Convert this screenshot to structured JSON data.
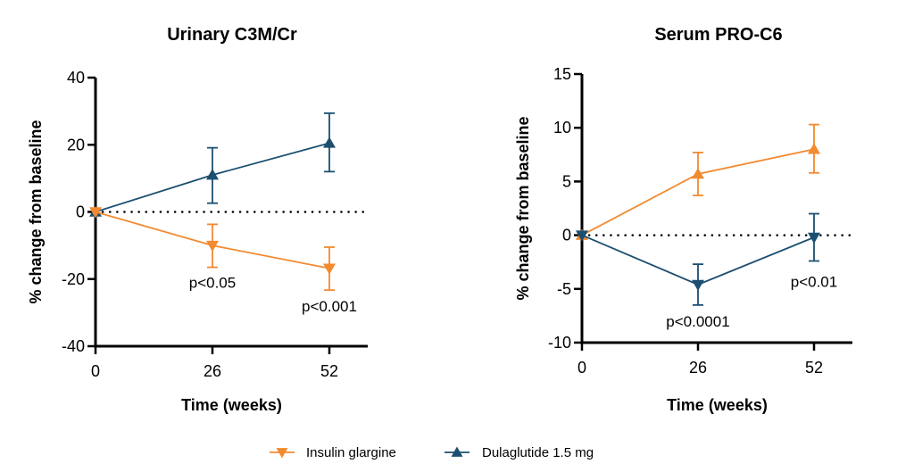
{
  "colors": {
    "insulin": "#F28A30",
    "dula": "#1C4F70"
  },
  "legend": [
    {
      "label": "Insulin glargine",
      "color": "#F28A30",
      "marker": "triangle-down"
    },
    {
      "label": "Dulaglutide 1.5 mg",
      "color": "#1C4F70",
      "marker": "triangle-up"
    }
  ],
  "chart_data": [
    {
      "type": "line",
      "title": "Urinary C3M/Cr",
      "xlabel": "Time (weeks)",
      "ylabel": "% change from baseline",
      "x": [
        0,
        26,
        52
      ],
      "xticks": [
        "0",
        "26",
        "52"
      ],
      "ylim": [
        -40,
        40
      ],
      "yticks": [
        "-40",
        "-20",
        "0",
        "20",
        "40"
      ],
      "reference_line": 0,
      "series": [
        {
          "name": "Dulaglutide 1.5 mg",
          "color": "#1C4F70",
          "marker": "triangle-up",
          "values": [
            0,
            11,
            20.5
          ],
          "err_low": [
            0,
            2.6,
            12
          ],
          "err_high": [
            0,
            19.1,
            29.4
          ]
        },
        {
          "name": "Insulin glargine",
          "color": "#F28A30",
          "marker": "triangle-down",
          "values": [
            0,
            -10,
            -16.8
          ],
          "err_low": [
            0,
            -16.5,
            -23.3
          ],
          "err_high": [
            0,
            -3.7,
            -10.5
          ]
        }
      ],
      "annotations": [
        {
          "text": "p<0.05",
          "x": 26,
          "y": -21
        },
        {
          "text": "p<0.001",
          "x": 52,
          "y": -28
        }
      ]
    },
    {
      "type": "line",
      "title": "Serum PRO-C6",
      "xlabel": "Time (weeks)",
      "ylabel": "% change from baseline",
      "x": [
        0,
        26,
        52
      ],
      "xticks": [
        "0",
        "26",
        "52"
      ],
      "ylim": [
        -10,
        15
      ],
      "yticks": [
        "-10",
        "-5",
        "0",
        "5",
        "10",
        "15"
      ],
      "reference_line": 0,
      "series": [
        {
          "name": "Insulin glargine",
          "color": "#F28A30",
          "marker": "triangle-up",
          "values": [
            0,
            5.7,
            8.0
          ],
          "err_low": [
            0,
            3.7,
            5.8
          ],
          "err_high": [
            0,
            7.7,
            10.3
          ]
        },
        {
          "name": "Dulaglutide 1.5 mg",
          "color": "#1C4F70",
          "marker": "triangle-down",
          "values": [
            0,
            -4.6,
            -0.2
          ],
          "err_low": [
            0,
            -6.5,
            -2.4
          ],
          "err_high": [
            0,
            -2.7,
            2.0
          ]
        }
      ],
      "annotations": [
        {
          "text": "p<0.0001",
          "x": 26,
          "y": -8.0
        },
        {
          "text": "p<0.01",
          "x": 52,
          "y": -4.3
        }
      ]
    }
  ]
}
